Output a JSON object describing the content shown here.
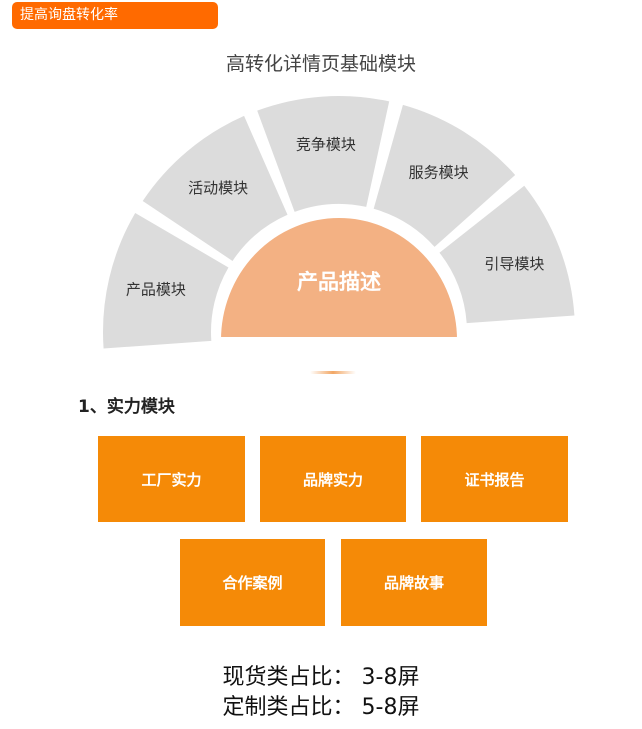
{
  "tag": {
    "label": "提高询盘转化率",
    "color": "#ff6a00"
  },
  "diagram": {
    "title": "高转化详情页基础模块",
    "center": {
      "label": "产品描述",
      "color": "#f3b183"
    },
    "segments": [
      {
        "label": "产品模块"
      },
      {
        "label": "活动模块"
      },
      {
        "label": "竞争模块"
      },
      {
        "label": "服务模块"
      },
      {
        "label": "引导模块"
      }
    ],
    "segment_color": "#dcdcdc"
  },
  "section": {
    "heading": "1、实力模块",
    "box_color": "#f58a07",
    "boxes": [
      {
        "label": "工厂实力"
      },
      {
        "label": "品牌实力"
      },
      {
        "label": "证书报告"
      },
      {
        "label": "合作案例"
      },
      {
        "label": "品牌故事"
      }
    ]
  },
  "ratios": [
    {
      "text": "现货类占比： 3-8屏"
    },
    {
      "text": "定制类占比： 5-8屏"
    }
  ]
}
